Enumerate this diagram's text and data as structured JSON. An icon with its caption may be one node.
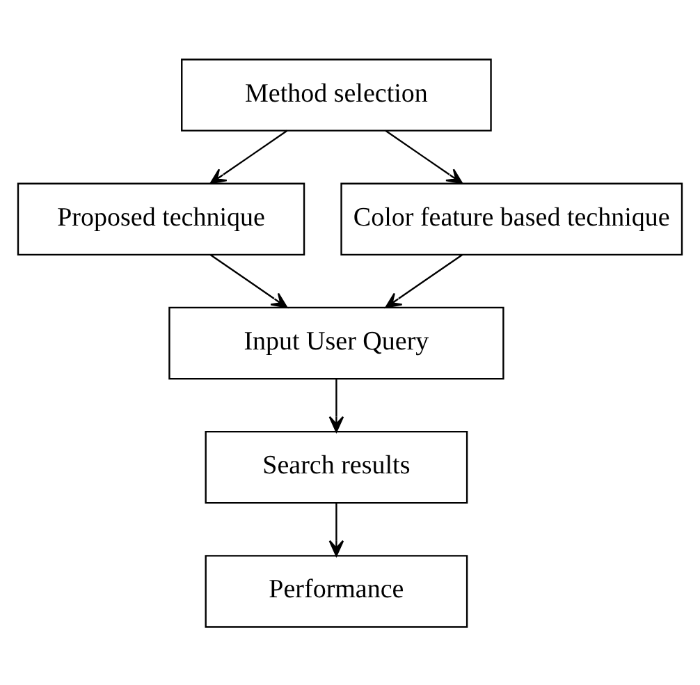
{
  "diagram": {
    "nodes": [
      {
        "text": [
          "Method selection"
        ]
      },
      {
        "text": [
          "Proposed technique"
        ]
      },
      {
        "text": [
          "Color feature based technique"
        ]
      },
      {
        "text": [
          "Input User Query"
        ]
      },
      {
        "text": [
          "Search results"
        ]
      },
      {
        "text": [
          "Performance"
        ]
      }
    ],
    "edges": [
      {
        "from": 0,
        "to": 1,
        "arrow": "to"
      },
      {
        "from": 0,
        "to": 2,
        "arrow": "to"
      },
      {
        "from": 1,
        "to": 3,
        "arrow": "to"
      },
      {
        "from": 2,
        "to": 3,
        "arrow": "to"
      },
      {
        "from": 3,
        "to": 4,
        "arrow": "to"
      },
      {
        "from": 4,
        "to": 5,
        "arrow": "to"
      }
    ]
  }
}
